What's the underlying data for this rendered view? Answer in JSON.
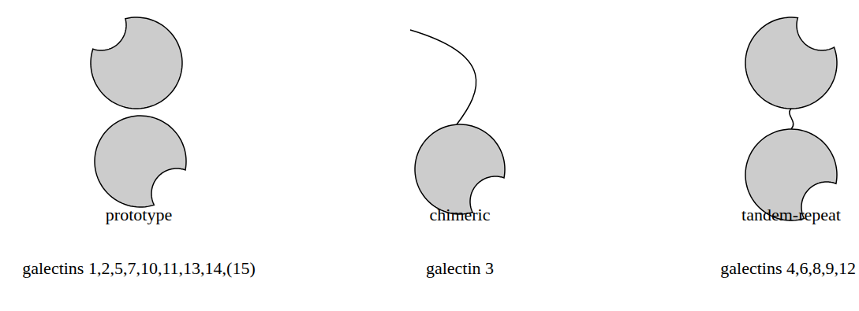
{
  "diagram": {
    "labels": [
      "prototype",
      "chimeric",
      "tandem-repeat",
      "galectins 1,2,5,7,10,11,13,14,(15)",
      "galectin 3",
      "galectins 4,6,8,9,12"
    ]
  }
}
